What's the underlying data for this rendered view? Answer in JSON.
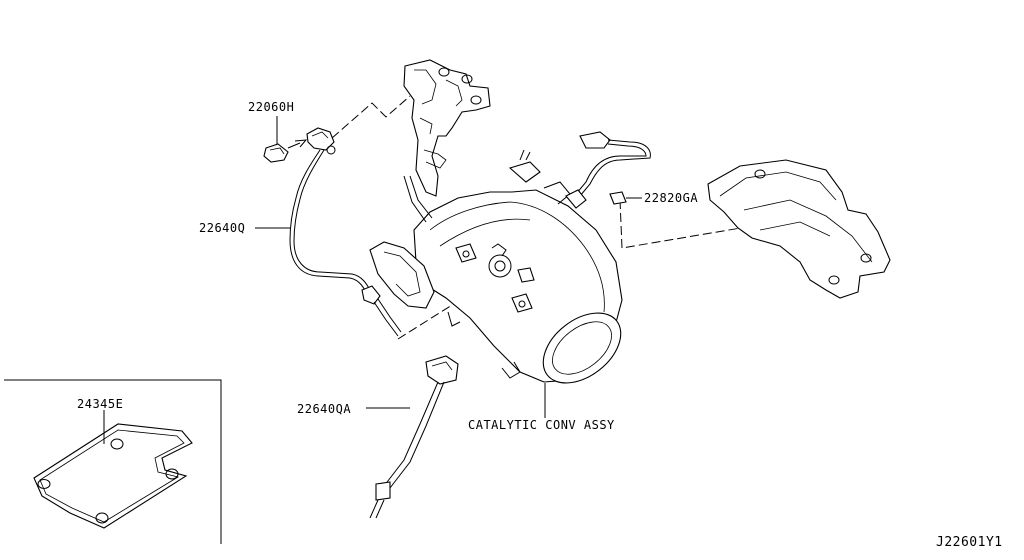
{
  "parts": [
    {
      "id": "p1",
      "label": "22060H"
    },
    {
      "id": "p2",
      "label": "22640Q"
    },
    {
      "id": "p3",
      "label": "22820GA"
    },
    {
      "id": "p4",
      "label": "22640QA"
    },
    {
      "id": "p5",
      "label": "CATALYTIC CONV ASSY"
    },
    {
      "id": "p6",
      "label": "24345E"
    }
  ],
  "drawing_number": "J22601Y1"
}
